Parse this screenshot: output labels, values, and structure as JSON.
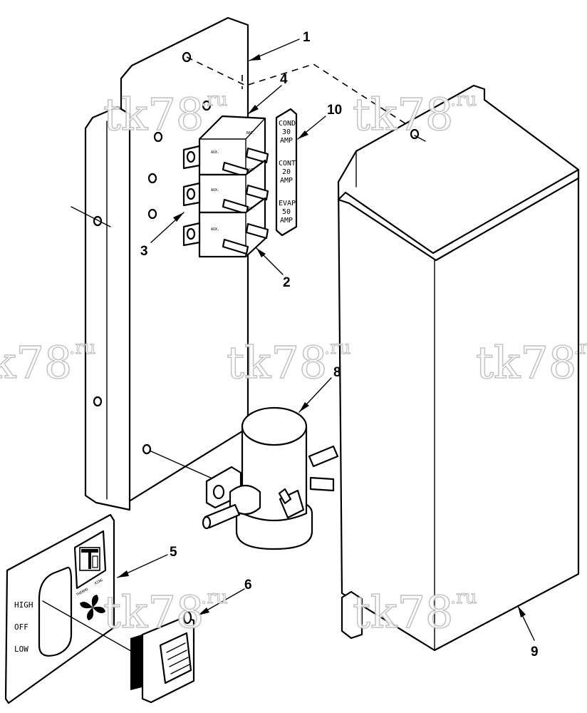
{
  "callouts": [
    "1",
    "2",
    "3",
    "4",
    "5",
    "6",
    "8",
    "9",
    "10"
  ],
  "label_plate": {
    "lines": [
      "COND",
      "30",
      "AMP",
      "CONT",
      "20",
      "AMP",
      "EVAP",
      "50",
      "AMP"
    ]
  },
  "breaker_terminals": {
    "aux": "AUX.",
    "bat": "BAT."
  },
  "switch_panel": {
    "positions": [
      "HIGH",
      "OFF",
      "LOW"
    ],
    "brand_line1": "THERMO",
    "brand_line2": "KING",
    "logo_icon": "thermo-king-logo-icon",
    "fan_icon": "fan-icon"
  },
  "watermark": {
    "text": "tk78",
    "suffix": ".ru"
  }
}
